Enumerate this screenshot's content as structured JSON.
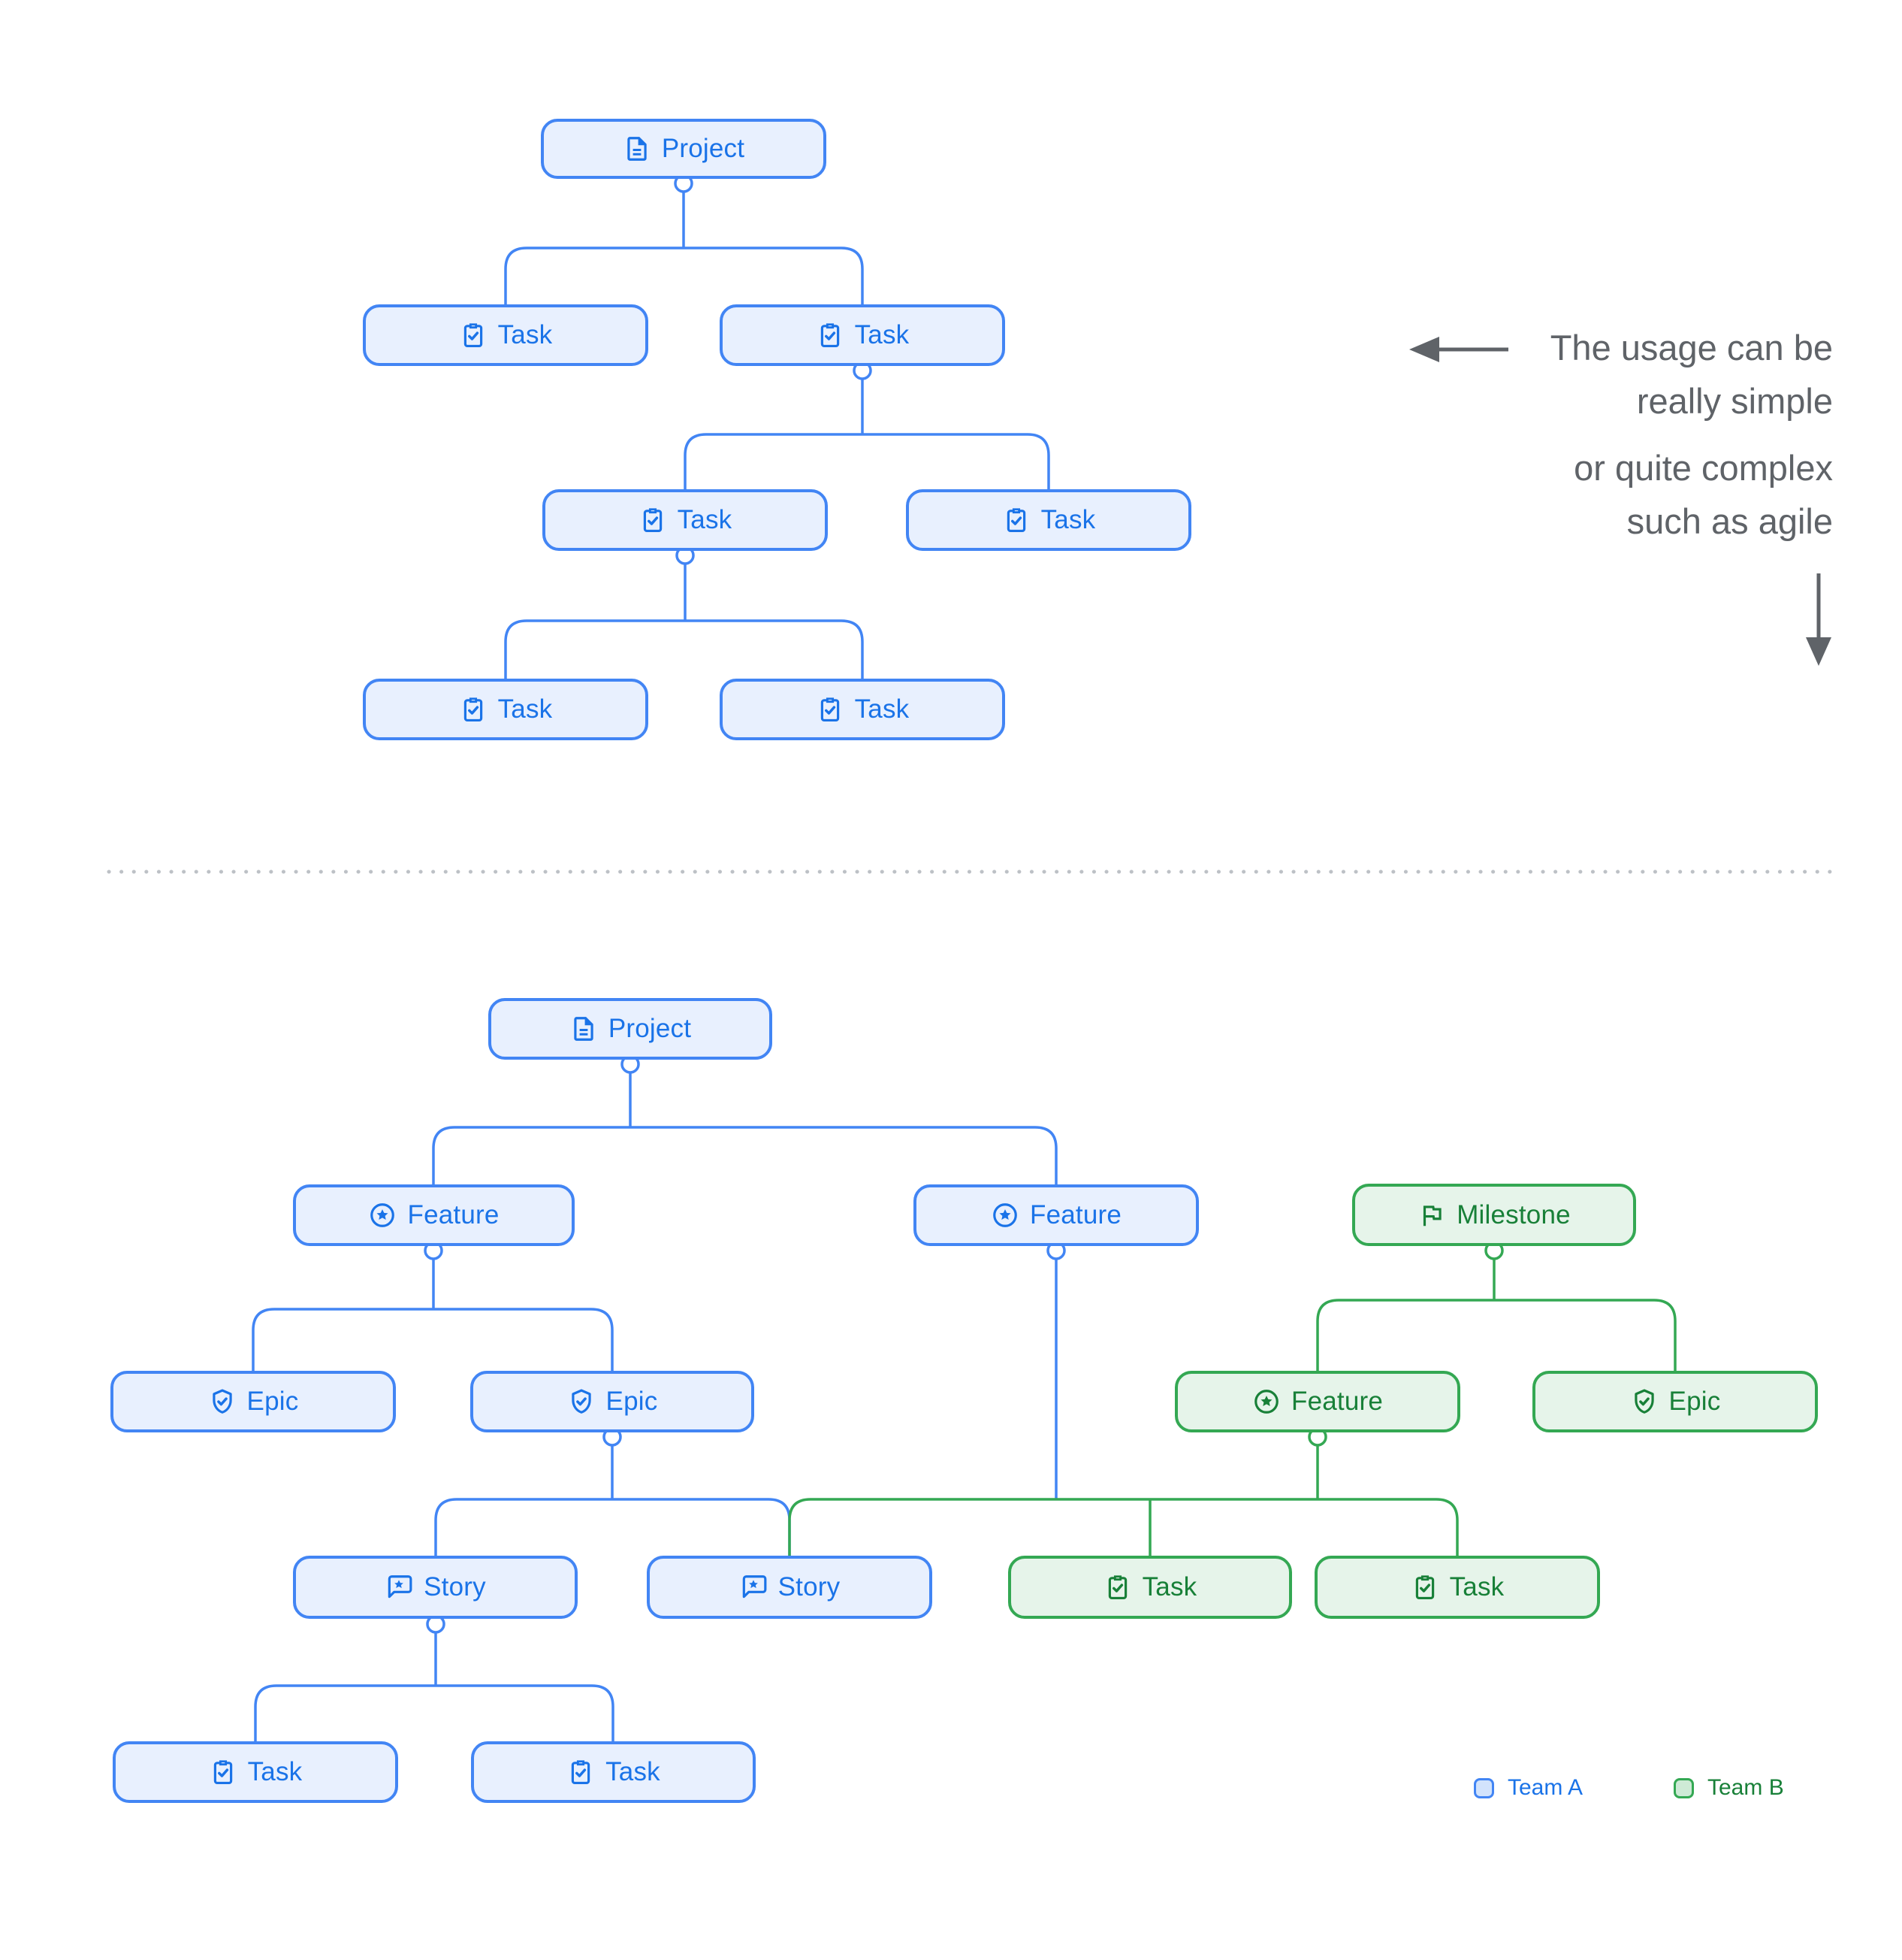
{
  "colors": {
    "team_a_fill": "#e8f0fe",
    "team_a_border": "#4285f4",
    "team_a_text": "#1a73e8",
    "team_b_fill": "#e6f4ea",
    "team_b_border": "#34a853",
    "team_b_text": "#188038",
    "annotation_text": "#5f6368",
    "divider_dots": "#bdc1c6"
  },
  "icons": {
    "project": "document-icon",
    "task": "task-check-icon",
    "feature": "star-circle-icon",
    "epic": "shield-check-icon",
    "story": "story-bubble-icon",
    "milestone": "flag-icon"
  },
  "annotation": {
    "line1": "The usage can be",
    "line2": "really simple",
    "line3": "or quite complex",
    "line4": "such as agile"
  },
  "simple_tree": {
    "project": {
      "label": "Project"
    },
    "tasks": [
      {
        "label": "Task"
      },
      {
        "label": "Task"
      },
      {
        "label": "Task"
      },
      {
        "label": "Task"
      },
      {
        "label": "Task"
      },
      {
        "label": "Task"
      }
    ]
  },
  "complex_tree": {
    "project": {
      "label": "Project"
    },
    "team_a": {
      "feature_1": {
        "label": "Feature"
      },
      "feature_2": {
        "label": "Feature"
      },
      "epic_1": {
        "label": "Epic"
      },
      "epic_2": {
        "label": "Epic"
      },
      "story_1": {
        "label": "Story"
      },
      "story_2": {
        "label": "Story"
      },
      "task_1": {
        "label": "Task"
      },
      "task_2": {
        "label": "Task"
      }
    },
    "team_b": {
      "milestone": {
        "label": "Milestone"
      },
      "feature": {
        "label": "Feature"
      },
      "epic": {
        "label": "Epic"
      },
      "task_1": {
        "label": "Task"
      },
      "task_2": {
        "label": "Task"
      }
    }
  },
  "legend": {
    "team_a": {
      "label": "Team A"
    },
    "team_b": {
      "label": "Team B"
    }
  }
}
